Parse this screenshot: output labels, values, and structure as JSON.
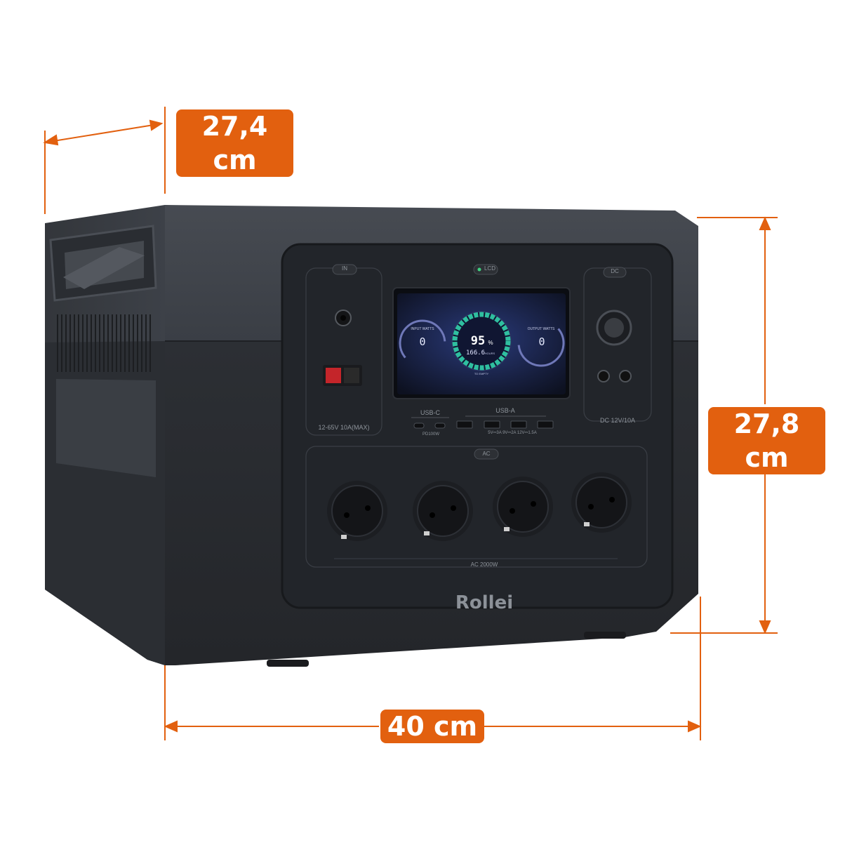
{
  "dimensions": {
    "depth": "27,4 cm",
    "height": "27,8 cm",
    "width": "40 cm"
  },
  "colors": {
    "accent": "#e2600f",
    "body_dark": "#2a2d32",
    "body_top": "#3e4249",
    "panel": "#24272c",
    "screen_ring": "#2fbfa0"
  },
  "device": {
    "brand": "Rollei",
    "input_panel": {
      "button_label": "IN",
      "spec_label": "12-65V 10A(MAX)"
    },
    "lcd_button_label": "LCD",
    "dc_panel": {
      "button_label": "DC",
      "spec_label": "DC 12V/10A"
    },
    "usb_c": {
      "label": "USB-C",
      "spec": "PD100W"
    },
    "usb_a": {
      "label": "USB-A",
      "spec": "5V⎓3A  9V⎓2A  12V⎓1.5A"
    },
    "ac": {
      "button_label": "AC",
      "spec_label": "AC 2000W"
    },
    "screen": {
      "input_title": "INPUT WATTS",
      "input_value": "0",
      "output_title": "OUTPUT WATTS",
      "output_value": "0",
      "battery_percent": "95",
      "percent_sign": "%",
      "remaining_time": "166.6",
      "remaining_unit": "HOURS",
      "status": "TO EMPTY"
    }
  }
}
